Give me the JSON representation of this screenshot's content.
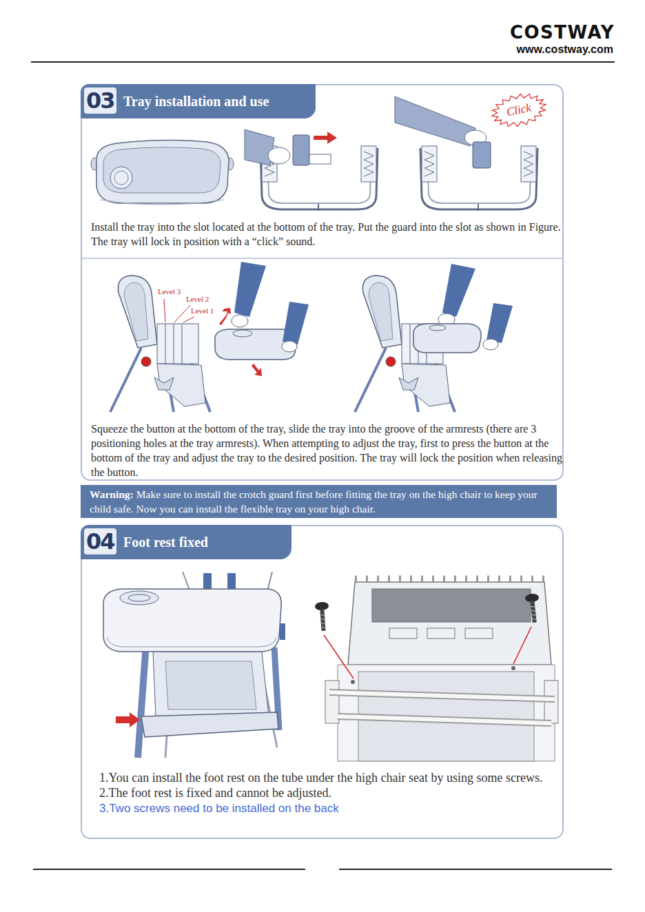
{
  "diagram": {
    "nodes": [
      {
        "text": [
          "Install the tray into the slot located at the bottom of the tray. Put the guard into the slot as shown in Figure. The tray will lock in position with a “click” sound.",
          "Squeeze the button at the bottom of the tray, slide the tray into the groove of the armrests (there are 3 positioning holes at the tray armrests). When attempting to adjust the tray, first to press the button at the bottom of the tray and adjust the tray to the desired position. The tray will lock the position when releasing the button."
        ]
      },
      {
        "text": [
          "03",
          "Tray installation and use"
        ],
        "in": 0
      },
      {
        "text": [
          "Click"
        ],
        "in": 0
      },
      {
        "text": [
          "Warning:",
          "Make sure to install the crotch guard first before fitting the tray on the high chair to keep your child safe. Now you can install the flexible tray on your high chair."
        ]
      },
      {
        "text": [
          "1.You can install the foot rest on the tube under the high chair seat by using some screws.",
          "2.The foot rest is fixed and cannot be adjusted.",
          "3.Two screws need to be installed on the back"
        ]
      },
      {
        "text": [
          "04",
          "Foot rest fixed"
        ],
        "in": 4
      }
    ],
    "labels": [
      "COSTWAY",
      "www.costway.com",
      "Level 3",
      "Level 2",
      "Level 1"
    ]
  }
}
